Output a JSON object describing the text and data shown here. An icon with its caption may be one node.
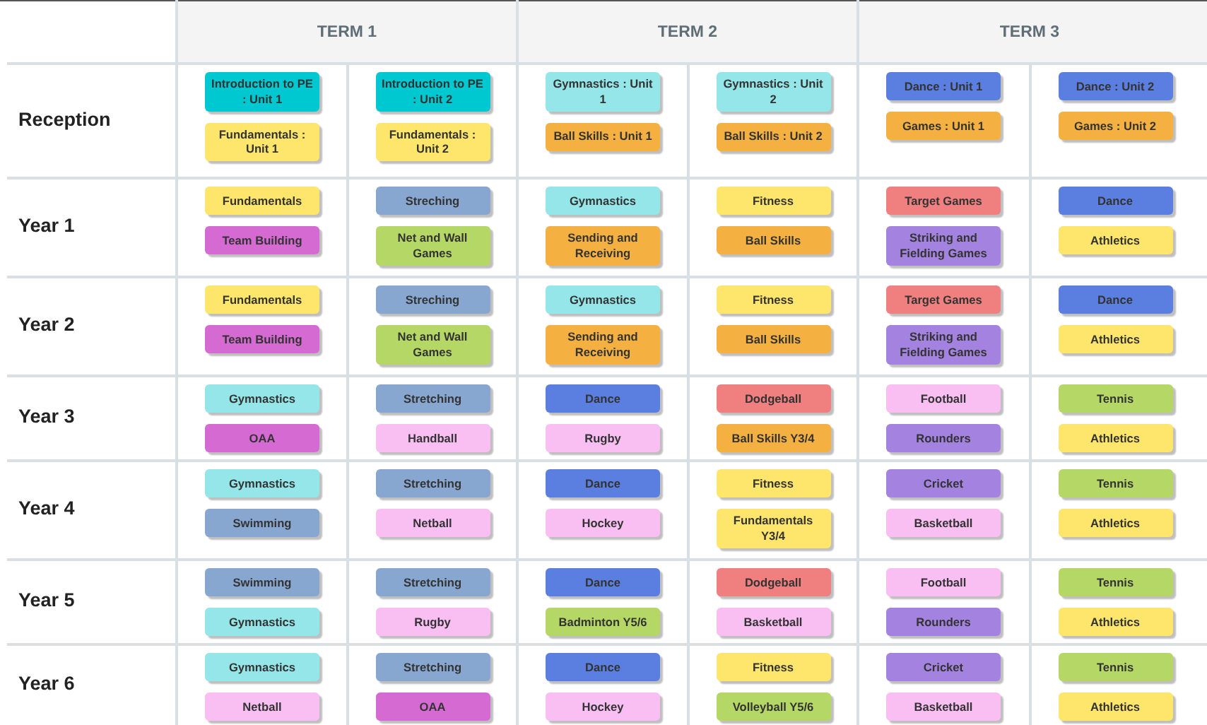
{
  "diagram": {
    "nodes": [
      {
        "text": [
          "Introduction to PE : Unit 1"
        ]
      },
      {
        "text": [
          "Fundamentals : Unit 1"
        ]
      },
      {
        "text": [
          "Introduction to PE : Unit 2"
        ]
      },
      {
        "text": [
          "Fundamentals : Unit 2"
        ]
      },
      {
        "text": [
          "Gymnastics : Unit 1"
        ]
      },
      {
        "text": [
          "Ball Skills : Unit 1"
        ]
      },
      {
        "text": [
          "Gymnastics : Unit 2"
        ]
      },
      {
        "text": [
          "Ball Skills : Unit 2"
        ]
      },
      {
        "text": [
          "Dance : Unit 1"
        ]
      },
      {
        "text": [
          "Games : Unit 1"
        ]
      },
      {
        "text": [
          "Dance : Unit 2"
        ]
      },
      {
        "text": [
          "Games : Unit 2"
        ]
      },
      {
        "text": [
          "Fundamentals"
        ]
      },
      {
        "text": [
          "Team Building"
        ]
      },
      {
        "text": [
          "Streching"
        ]
      },
      {
        "text": [
          "Net and Wall Games"
        ]
      },
      {
        "text": [
          "Gymnastics"
        ]
      },
      {
        "text": [
          "Sending and Receiving"
        ]
      },
      {
        "text": [
          "Fitness"
        ]
      },
      {
        "text": [
          "Ball Skills"
        ]
      },
      {
        "text": [
          "Target Games"
        ]
      },
      {
        "text": [
          "Striking and Fielding Games"
        ]
      },
      {
        "text": [
          "Dance"
        ]
      },
      {
        "text": [
          "Athletics"
        ]
      },
      {
        "text": [
          "Fundamentals"
        ]
      },
      {
        "text": [
          "Team Building"
        ]
      },
      {
        "text": [
          "Streching"
        ]
      },
      {
        "text": [
          "Net and Wall Games"
        ]
      },
      {
        "text": [
          "Gymnastics"
        ]
      },
      {
        "text": [
          "Sending and Receiving"
        ]
      },
      {
        "text": [
          "Fitness"
        ]
      },
      {
        "text": [
          "Ball Skills"
        ]
      },
      {
        "text": [
          "Target Games"
        ]
      },
      {
        "text": [
          "Striking and Fielding Games"
        ]
      },
      {
        "text": [
          "Dance"
        ]
      },
      {
        "text": [
          "Athletics"
        ]
      },
      {
        "text": [
          "Gymnastics"
        ]
      },
      {
        "text": [
          "OAA"
        ]
      },
      {
        "text": [
          "Stretching"
        ]
      },
      {
        "text": [
          "Handball"
        ]
      },
      {
        "text": [
          "Dance"
        ]
      },
      {
        "text": [
          "Rugby"
        ]
      },
      {
        "text": [
          "Dodgeball"
        ]
      },
      {
        "text": [
          "Ball Skills Y3/4"
        ]
      },
      {
        "text": [
          "Football"
        ]
      },
      {
        "text": [
          "Rounders"
        ]
      },
      {
        "text": [
          "Tennis"
        ]
      },
      {
        "text": [
          "Athletics"
        ]
      },
      {
        "text": [
          "Gymnastics"
        ]
      },
      {
        "text": [
          "Swimming"
        ]
      },
      {
        "text": [
          "Stretching"
        ]
      },
      {
        "text": [
          "Netball"
        ]
      },
      {
        "text": [
          "Dance"
        ]
      },
      {
        "text": [
          "Hockey"
        ]
      },
      {
        "text": [
          "Fitness"
        ]
      },
      {
        "text": [
          "Fundamentals Y3/4"
        ]
      },
      {
        "text": [
          "Cricket"
        ]
      },
      {
        "text": [
          "Basketball"
        ]
      },
      {
        "text": [
          "Tennis"
        ]
      },
      {
        "text": [
          "Athletics"
        ]
      },
      {
        "text": [
          "Swimming"
        ]
      },
      {
        "text": [
          "Gymnastics"
        ]
      },
      {
        "text": [
          "Stretching"
        ]
      },
      {
        "text": [
          "Rugby"
        ]
      },
      {
        "text": [
          "Dance"
        ]
      },
      {
        "text": [
          "Badminton Y5/6"
        ]
      },
      {
        "text": [
          "Dodgeball"
        ]
      },
      {
        "text": [
          "Basketball"
        ]
      },
      {
        "text": [
          "Football"
        ]
      },
      {
        "text": [
          "Rounders"
        ]
      },
      {
        "text": [
          "Tennis"
        ]
      },
      {
        "text": [
          "Athletics"
        ]
      },
      {
        "text": [
          "Gymnastics"
        ]
      },
      {
        "text": [
          "Netball"
        ]
      },
      {
        "text": [
          "Stretching"
        ]
      },
      {
        "text": [
          "OAA"
        ]
      },
      {
        "text": [
          "Dance"
        ]
      },
      {
        "text": [
          "Hockey"
        ]
      },
      {
        "text": [
          "Fitness"
        ]
      },
      {
        "text": [
          "Volleyball Y5/6"
        ]
      },
      {
        "text": [
          "Cricket"
        ]
      },
      {
        "text": [
          "Basketball"
        ]
      },
      {
        "text": [
          "Tennis"
        ]
      },
      {
        "text": [
          "Athletics"
        ]
      }
    ],
    "labels": [
      "TERM 1",
      "TERM 2",
      "TERM 3",
      "Reception",
      "Year 1",
      "Year 2",
      "Year 3",
      "Year 4",
      "Year 5",
      "Year 6"
    ]
  }
}
